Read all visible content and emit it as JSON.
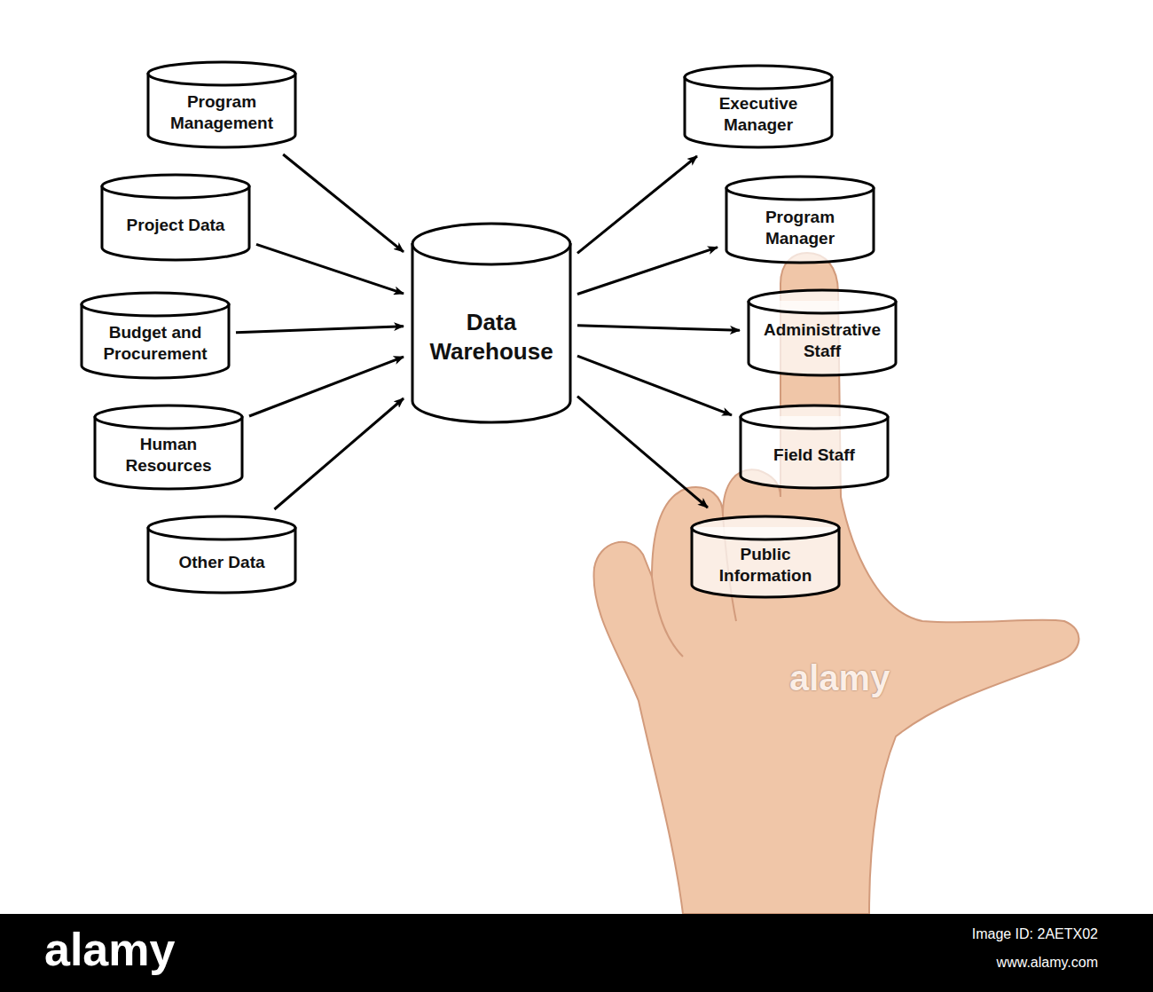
{
  "diagram": {
    "nodes": [
      {
        "text": [
          "Program Management"
        ]
      },
      {
        "text": [
          "Project Data"
        ]
      },
      {
        "text": [
          "Budget and Procurement"
        ]
      },
      {
        "text": [
          "Human Resources"
        ]
      },
      {
        "text": [
          "Other Data"
        ]
      },
      {
        "text": [
          "Data Warehouse"
        ]
      },
      {
        "text": [
          "Executive Manager"
        ]
      },
      {
        "text": [
          "Program Manager"
        ]
      },
      {
        "text": [
          "Administrative Staff"
        ]
      },
      {
        "text": [
          "Field Staff"
        ]
      },
      {
        "text": [
          "Public Information"
        ]
      }
    ],
    "edges": [
      {
        "from": 0,
        "to": 5,
        "arrow": "to"
      },
      {
        "from": 1,
        "to": 5,
        "arrow": "to"
      },
      {
        "from": 2,
        "to": 5,
        "arrow": "to"
      },
      {
        "from": 3,
        "to": 5,
        "arrow": "to"
      },
      {
        "from": 4,
        "to": 5,
        "arrow": "to"
      },
      {
        "from": 5,
        "to": 6,
        "arrow": "to"
      },
      {
        "from": 5,
        "to": 7,
        "arrow": "to"
      },
      {
        "from": 5,
        "to": 8,
        "arrow": "to"
      },
      {
        "from": 5,
        "to": 9,
        "arrow": "to"
      },
      {
        "from": 5,
        "to": 10,
        "arrow": "to"
      }
    ],
    "labels": [
      "alamy",
      "alamy",
      "Image ID: 2AETX02",
      "www.alamy.com"
    ]
  }
}
